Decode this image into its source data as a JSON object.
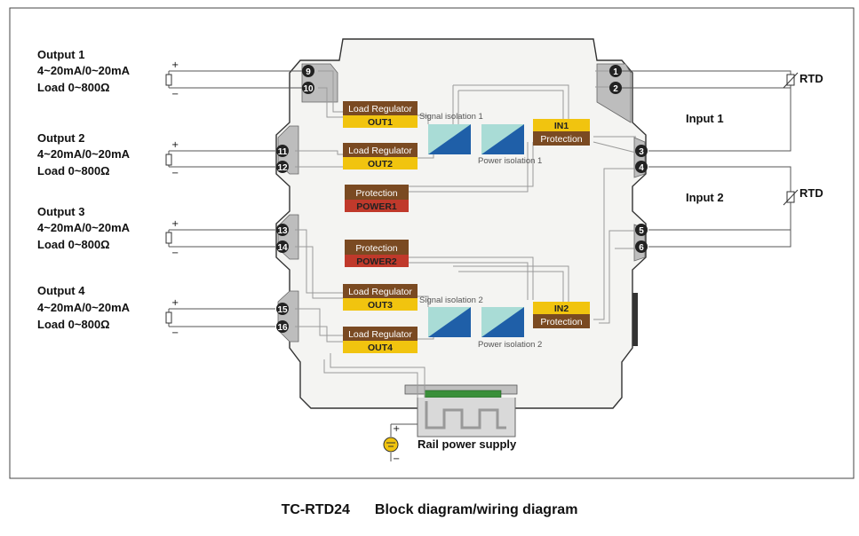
{
  "outputs": [
    {
      "name": "Output 1",
      "range": "4~20mA/0~20mA",
      "load": "Load 0~800Ω",
      "terminals": [
        "9",
        "10"
      ]
    },
    {
      "name": "Output 2",
      "range": "4~20mA/0~20mA",
      "load": "Load 0~800Ω",
      "terminals": [
        "11",
        "12"
      ]
    },
    {
      "name": "Output 3",
      "range": "4~20mA/0~20mA",
      "load": "Load 0~800Ω",
      "terminals": [
        "13",
        "14"
      ]
    },
    {
      "name": "Output 4",
      "range": "4~20mA/0~20mA",
      "load": "Load 0~800Ω",
      "terminals": [
        "15",
        "16"
      ]
    }
  ],
  "inputs": [
    {
      "name": "Input 1",
      "sensor": "RTD",
      "terminals": [
        "1",
        "2",
        "3"
      ]
    },
    {
      "name": "Input 2",
      "sensor": "RTD",
      "terminals": [
        "4",
        "5",
        "6"
      ]
    }
  ],
  "blocks": {
    "load_regulator": "Load Regulator",
    "out_labels": [
      "OUT1",
      "OUT2",
      "OUT3",
      "OUT4"
    ],
    "protection": "Protection",
    "power_labels": [
      "POWER1",
      "POWER2"
    ],
    "in_labels": [
      "IN1",
      "IN2"
    ],
    "signal_isolation": [
      "Signal isolation 1",
      "Signal isolation 2"
    ],
    "power_isolation": [
      "Power isolation 1",
      "Power isolation 2"
    ]
  },
  "polarity": {
    "plus": "+",
    "minus": "−"
  },
  "rail": {
    "label": "Rail power supply"
  },
  "colors": {
    "brown": "#7a4a22",
    "yellow": "#f1c40f",
    "red": "#c0392b",
    "teal": "#a9dcd6",
    "blue": "#1f5fa8",
    "terminal": "#222222"
  },
  "caption": {
    "model": "TC-RTD24",
    "title": "Block diagram/wiring diagram"
  }
}
